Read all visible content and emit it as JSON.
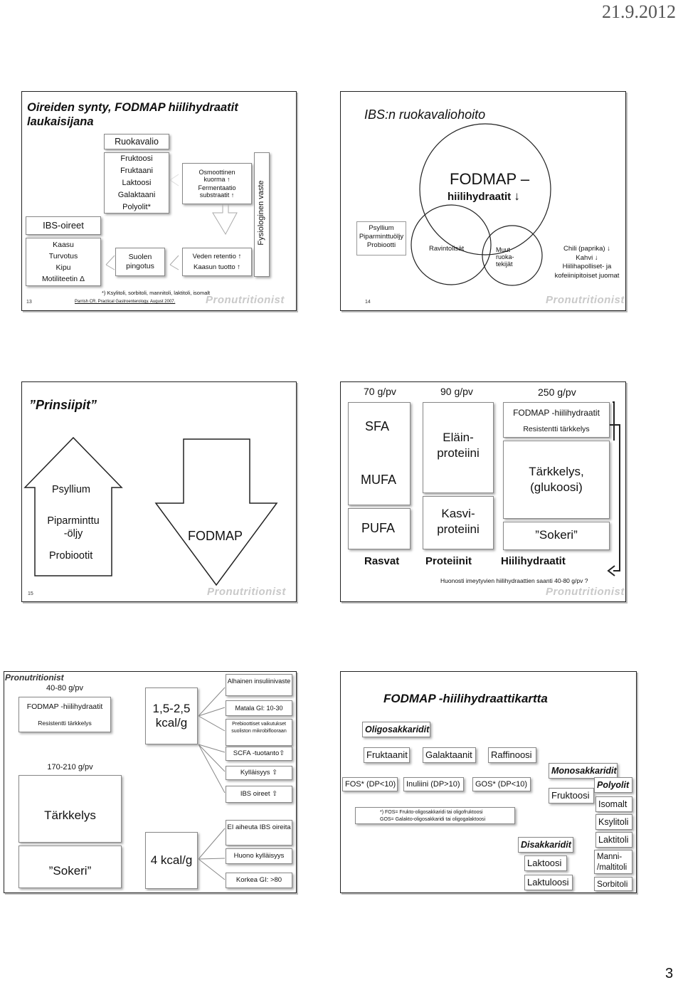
{
  "header": {
    "date": "21.9.2012"
  },
  "footer": {
    "page_number": "3"
  },
  "watermark": "Pronutritionist",
  "slide13": {
    "title": "Oireiden synty, FODMAP hiilihydraatit laukaisijana",
    "ruokavalio": "Ruokavalio",
    "carbs": [
      "Fruktoosi",
      "Fruktaani",
      "Laktoosi",
      "Galaktaani",
      "Polyolit*"
    ],
    "osmo": "Osmoottinen kuorma",
    "ferm": "Fermentaatio substraatit",
    "veden": "Veden retentio",
    "kaasun": "Kaasun tuotto",
    "suolen": "Suolen pingotus",
    "fysio": "Fysiologinen vaste",
    "ibs_header": "IBS-oireet",
    "ibs_items": [
      "Kaasu",
      "Turvotus",
      "Kipu",
      "Motiliteetin Δ"
    ],
    "footnote": "*) Ksylitoli, sorbitoli, mannitoli, laktitoli, isomalt",
    "reference": "Parrish CR. Practical Gastroenterology. August 2007.",
    "number": "13",
    "up_arrow": "↑"
  },
  "slide14": {
    "title": "IBS:n ruokavaliohoito",
    "left_lines": [
      "Psyllium",
      "Piparminttuöljy",
      "Probiootti"
    ],
    "fodmap_line1": "FODMAP –",
    "fodmap_line2": "hiilihydraatit",
    "ravinto": "Ravintolisät",
    "muut": [
      "Muut",
      "ruoka-",
      "tekijät"
    ],
    "chili_lines": [
      "Chili (paprika)",
      "Kahvi",
      "Hiilihapolliset- ja",
      "kofeiinipitoiset juomat"
    ],
    "down_arrow": "↓",
    "number": "14"
  },
  "slide15": {
    "title": "”Prinsiipit”",
    "up_items": [
      "Psyllium",
      "Piparminttu",
      "-öljy",
      "Probiootit"
    ],
    "down_item": "FODMAP",
    "number": "15"
  },
  "slide16": {
    "rates": [
      "70 g/pv",
      "90 g/pv",
      "250 g/pv"
    ],
    "fat": [
      "SFA",
      "MUFA",
      "PUFA"
    ],
    "protein": [
      "Eläin-",
      "proteiini",
      "Kasvi-",
      "proteiini"
    ],
    "carb_top": "FODMAP -hiilihydraatit",
    "carb_res": "Resistentti tärkkelys",
    "carb_mid1": "Tärkkelys,",
    "carb_mid2": "(glukoosi)",
    "carb_bottom": "”Sokeri”",
    "labels": [
      "Rasvat",
      "Proteiinit",
      "Hiilihydraatit"
    ],
    "note": "Huonosti imeytyvien hiilihydraattien saanti 40-80 g/pv ?"
  },
  "slide17": {
    "top_rate": "40-80 g/pv",
    "fodmap": "FODMAP -hiilihydraatit",
    "resistentti": "Resistentti tärkkelys",
    "kcal1": "1,5-2,5 kcal/g",
    "bot_rate": "170-210 g/pv",
    "tarkkelys": "Tärkkelys",
    "sokeri": "”Sokeri”",
    "kcal2": "4 kcal/g",
    "right": [
      "Alhainen insuliinivaste",
      "Matala GI: 10-30",
      "Prebioottiset vaikutukset suoliston mikrobifloorаan",
      "SCFA -tuotanto⇧",
      "Kylläisyys ⇧",
      "IBS oireet ⇧",
      "EI aiheuta IBS oireita",
      "Huono kylläisyys",
      "Korkea GI: >80"
    ]
  },
  "slide18": {
    "title": "FODMAP -hiilihydraattikartta",
    "oligo": "Oligosakkaridit",
    "fruktaanit": "Fruktaanit",
    "galaktaanit": "Galaktaanit",
    "raffinoosi": "Raffinoosi",
    "fos": "FOS* (DP<10)",
    "inuliini": "Inuliini (DP>10)",
    "gos": "GOS* (DP<10)",
    "notes": [
      "*) FOS= Frukto-oligosakkaridi tai oligofruktoosi",
      "GOS= Galakto-oligosakkaridi tai oligogalaktoosi"
    ],
    "mono": "Monosakkaridit",
    "fruktoosi": "Fruktoosi",
    "disakkaridit": "Disakkaridit",
    "laktoosi": "Laktoosi",
    "laktuloosi": "Laktuloosi",
    "polyolit": "Polyolit",
    "polyol_items": [
      "Isomalt",
      "Ksylitoli",
      "Laktitoli",
      "Manni-",
      "/maltitoli",
      "Sorbitoli"
    ]
  }
}
